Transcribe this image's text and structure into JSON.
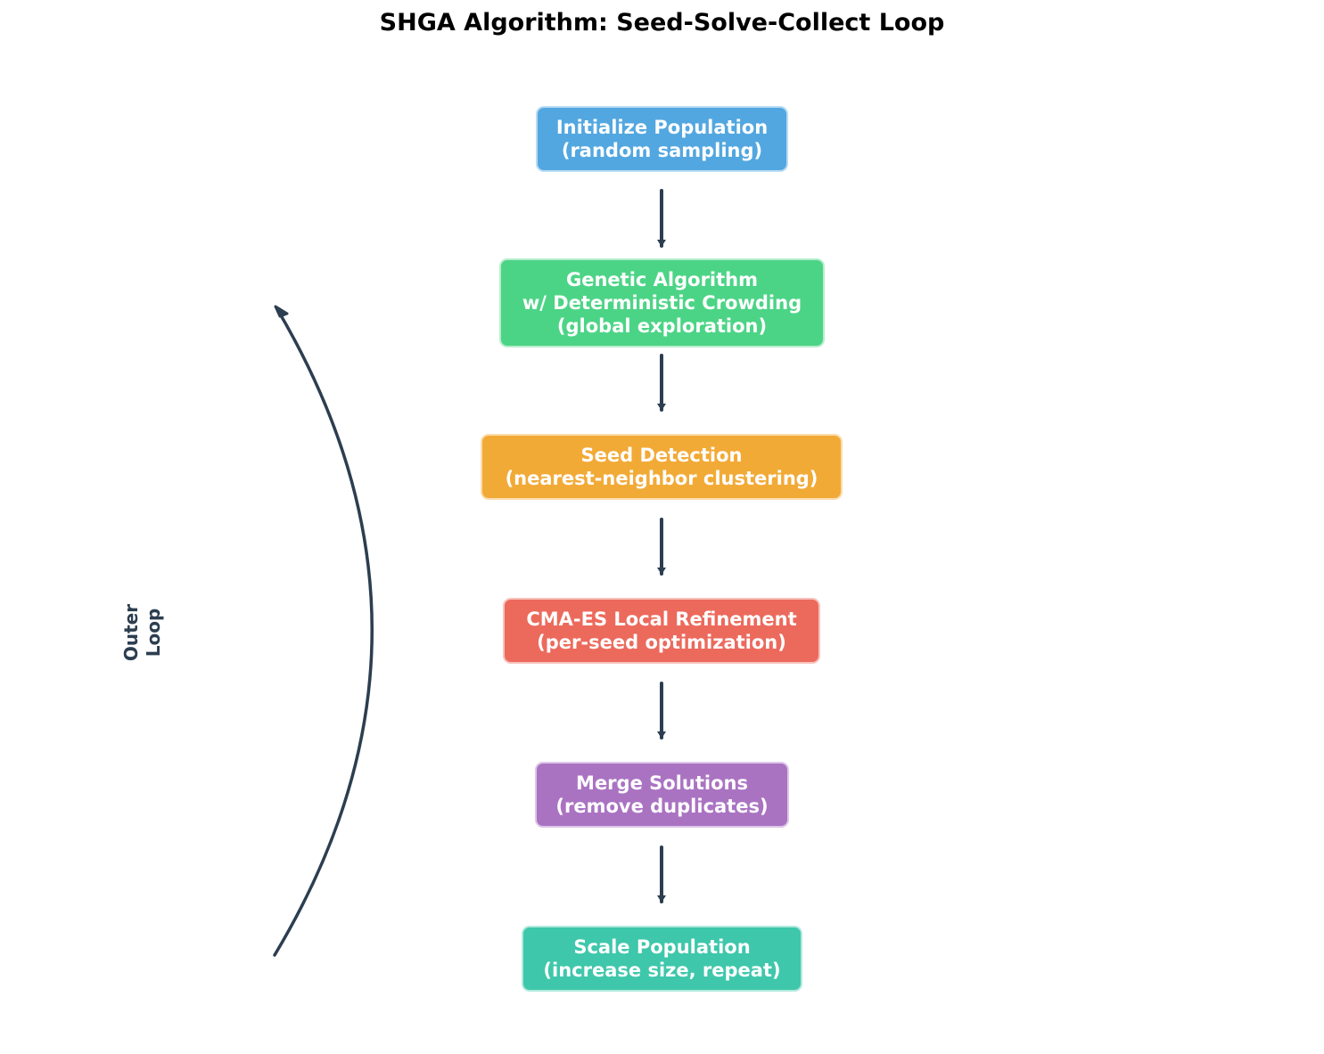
{
  "title": "SHGA Algorithm: Seed-Solve-Collect Loop",
  "steps": [
    {
      "id": "initialize-population",
      "lines": [
        "Initialize Population",
        "(random sampling)"
      ],
      "color": "#52a7e0"
    },
    {
      "id": "genetic-algorithm",
      "lines": [
        "Genetic Algorithm",
        "w/ Deterministic Crowding",
        "(global exploration)"
      ],
      "color": "#4cd486"
    },
    {
      "id": "seed-detection",
      "lines": [
        "Seed Detection",
        "(nearest-neighbor clustering)"
      ],
      "color": "#f2aa36"
    },
    {
      "id": "cma-es-refinement",
      "lines": [
        "CMA-ES Local Refinement",
        "(per-seed optimization)"
      ],
      "color": "#ec6a5c"
    },
    {
      "id": "merge-solutions",
      "lines": [
        "Merge Solutions",
        "(remove duplicates)"
      ],
      "color": "#aa73c2"
    },
    {
      "id": "scale-population",
      "lines": [
        "Scale Population",
        "(increase size, repeat)"
      ],
      "color": "#3ec7ab"
    }
  ],
  "loop": {
    "label_lines": [
      "Outer",
      "Loop"
    ],
    "color": "#2c3e50"
  },
  "arrow_color": "#2c3e50"
}
